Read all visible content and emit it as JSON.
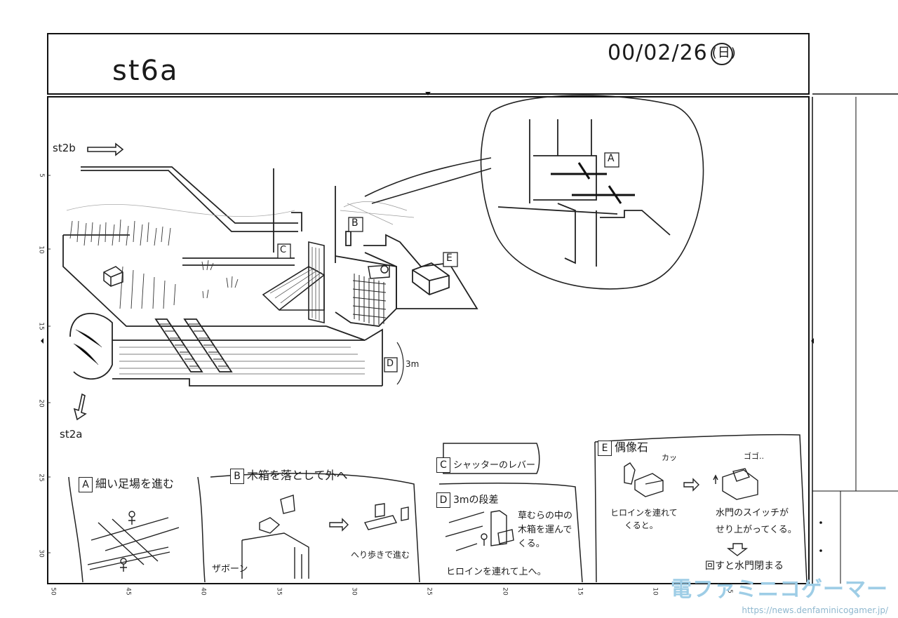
{
  "header": {
    "stage_id": "st6a",
    "date": "00/02/26",
    "day_mark": "(日)"
  },
  "map": {
    "entry_label": "st2b",
    "exit_label": "st2a",
    "markers": {
      "a": "A",
      "b": "B",
      "c": "C",
      "d": "D",
      "e": "E"
    },
    "height_label": "3m"
  },
  "panels": {
    "a": {
      "letter": "A",
      "title": "細い足場を進む"
    },
    "b": {
      "letter": "B",
      "title": "木箱を落として外へ",
      "sfx": "ザボーン",
      "note": "へり歩きで進む"
    },
    "c": {
      "letter": "C",
      "title": "シャッターのレバー"
    },
    "d": {
      "letter": "D",
      "title": "3mの段差",
      "note1": "草むらの中の",
      "note2": "木箱を運んで",
      "note3": "くる。",
      "note4": "ヒロインを連れて上へ。"
    },
    "e": {
      "letter": "E",
      "title": "偶像石",
      "sfx1": "カッ",
      "note1": "ヒロインを連れて",
      "note2": "くると。",
      "sfx2": "ゴゴ..",
      "note3": "水門のスイッチが",
      "note4": "せり上がってくる。",
      "note5": "回すと水門閉まる"
    }
  },
  "ruler": {
    "left": [
      "5",
      "10",
      "15",
      "20",
      "25",
      "30"
    ],
    "bottom": [
      "50",
      "45",
      "40",
      "35",
      "30",
      "25",
      "20",
      "15",
      "10",
      "5"
    ]
  },
  "watermark": {
    "logo": "電ファミニコゲーマー",
    "url": "https://news.denfaminicogamer.jp/"
  },
  "colors": {
    "ink": "#1a1a1a",
    "watermark": "#9ecde6"
  }
}
